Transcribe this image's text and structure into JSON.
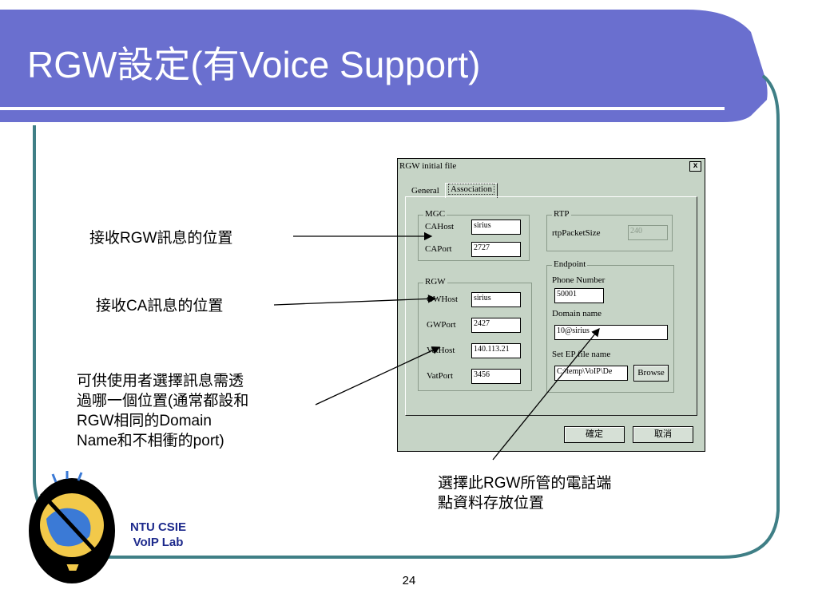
{
  "slide": {
    "title": "RGW設定(有Voice Support)",
    "page_number": "24",
    "logo_line1": "NTU CSIE",
    "logo_line2": "VoIP Lab",
    "colors": {
      "title_band": "#6a6fcf",
      "frame": "#3f7f86",
      "logo_text": "#1d2a8c"
    }
  },
  "callouts": {
    "rgw_location": "接收RGW訊息的位置",
    "ca_location": "接收CA訊息的位置",
    "domain_note": [
      "可供使用者選擇訊息需透",
      "過哪一個位置(通常都設和",
      "RGW相同的Domain",
      "Name和不相衝的port)"
    ],
    "ep_note": [
      "選擇此RGW所管的電話端",
      "點資料存放位置"
    ]
  },
  "dialog": {
    "title": "RGW initial file",
    "close": "x",
    "tabs": [
      "General",
      "Association"
    ],
    "mgc": {
      "label": "MGC",
      "ca_host_label": "CAHost",
      "ca_host_value": "sirius",
      "ca_port_label": "CAPort",
      "ca_port_value": "2727"
    },
    "rgw": {
      "label": "RGW",
      "gw_host_label": "GWHost",
      "gw_host_value": "sirius",
      "gw_port_label": "GWPort",
      "gw_port_value": "2427",
      "vat_host_label": "VatHost",
      "vat_host_value": "140.113.21",
      "vat_port_label": "VatPort",
      "vat_port_value": "3456"
    },
    "rtp": {
      "label": "RTP",
      "packet_size_label": "rtpPacketSize",
      "packet_size_value": "240"
    },
    "endpoint": {
      "label": "Endpoint",
      "phone_label": "Phone Number",
      "phone_value": "50001",
      "domain_label": "Domain name",
      "domain_value": "10@sirius",
      "ep_file_label": "Set EP file name",
      "ep_file_value": "C:\\temp\\VoIP\\De",
      "browse": "Browse"
    },
    "ok_button": "確定",
    "cancel_button": "取消"
  }
}
